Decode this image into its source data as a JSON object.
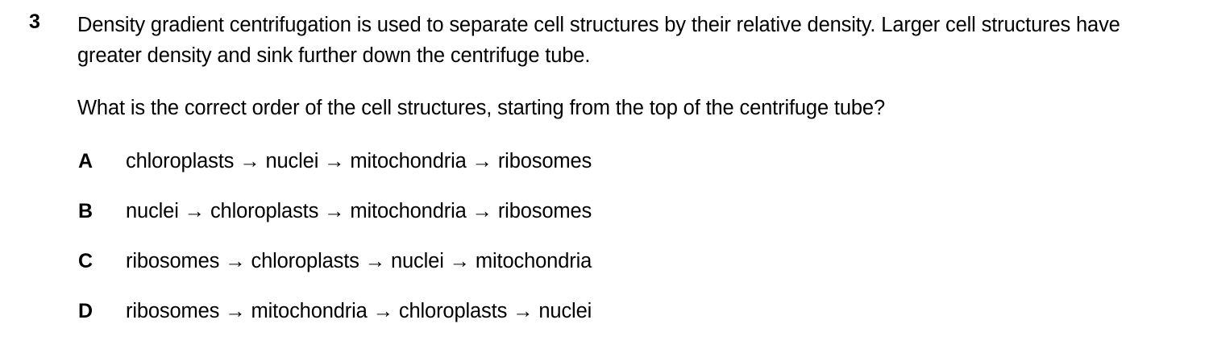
{
  "question": {
    "number": "3",
    "stem": "Density gradient centrifugation is used to separate cell structures by their relative density. Larger cell structures have greater density and sink further down the centrifuge tube.",
    "prompt": "What is the correct order of the cell structures, starting from the top of the centrifuge tube?",
    "arrow_glyph": "→",
    "options": [
      {
        "letter": "A",
        "text": "chloroplasts → nuclei → mitochondria → ribosomes",
        "sequence": [
          "chloroplasts",
          "nuclei",
          "mitochondria",
          "ribosomes"
        ]
      },
      {
        "letter": "B",
        "text": "nuclei → chloroplasts → mitochondria → ribosomes",
        "sequence": [
          "nuclei",
          "chloroplasts",
          "mitochondria",
          "ribosomes"
        ]
      },
      {
        "letter": "C",
        "text": "ribosomes → chloroplasts → nuclei → mitochondria",
        "sequence": [
          "ribosomes",
          "chloroplasts",
          "nuclei",
          "mitochondria"
        ]
      },
      {
        "letter": "D",
        "text": "ribosomes → mitochondria → chloroplasts → nuclei",
        "sequence": [
          "ribosomes",
          "mitochondria",
          "chloroplasts",
          "nuclei"
        ]
      }
    ]
  },
  "colors": {
    "page_background": "#ffffff",
    "text": "#000000"
  }
}
